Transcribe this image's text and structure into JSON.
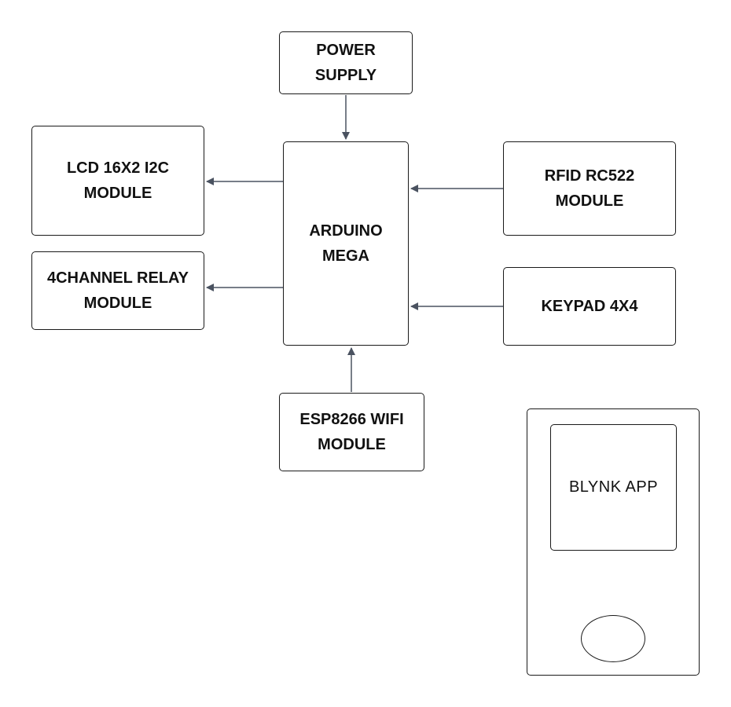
{
  "blocks": {
    "power_supply": "POWER\nSUPPLY",
    "lcd": "LCD 16X2 I2C\nMODULE",
    "relay": "4CHANNEL RELAY\nMODULE",
    "arduino": "ARDUINO\nMEGA",
    "rfid": "RFID RC522\nMODULE",
    "keypad": "KEYPAD 4X4",
    "esp": "ESP8266 WIFI\nMODULE"
  },
  "phone": {
    "screen_label": "BLYNK APP"
  },
  "colors": {
    "stroke": "#1a1a1a",
    "arrow": "#4a5260"
  }
}
